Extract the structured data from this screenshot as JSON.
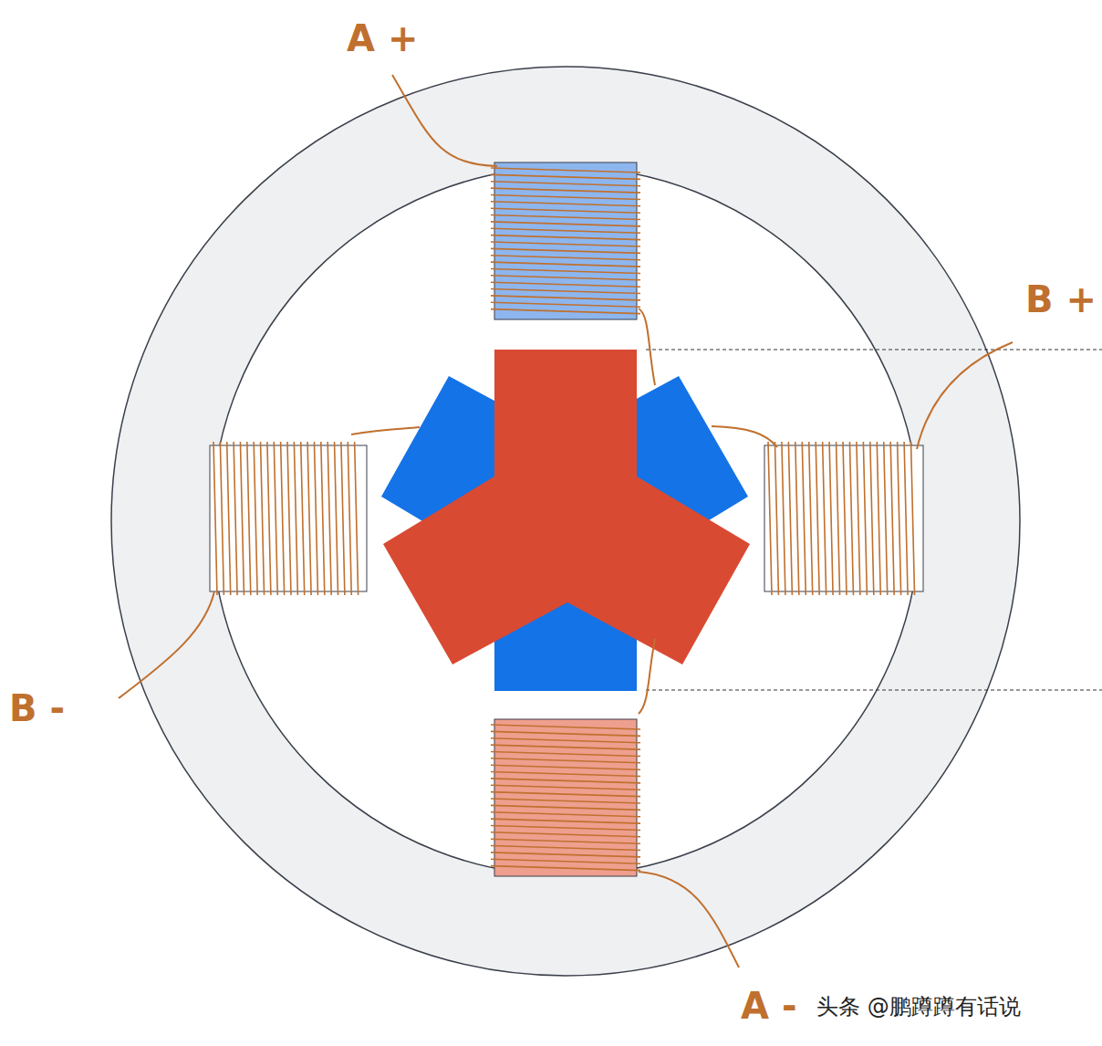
{
  "diagram": {
    "labels": [
      "A +",
      "B +",
      "B -",
      "A -",
      "头条 @鹏蹲蹲有话说"
    ]
  }
}
